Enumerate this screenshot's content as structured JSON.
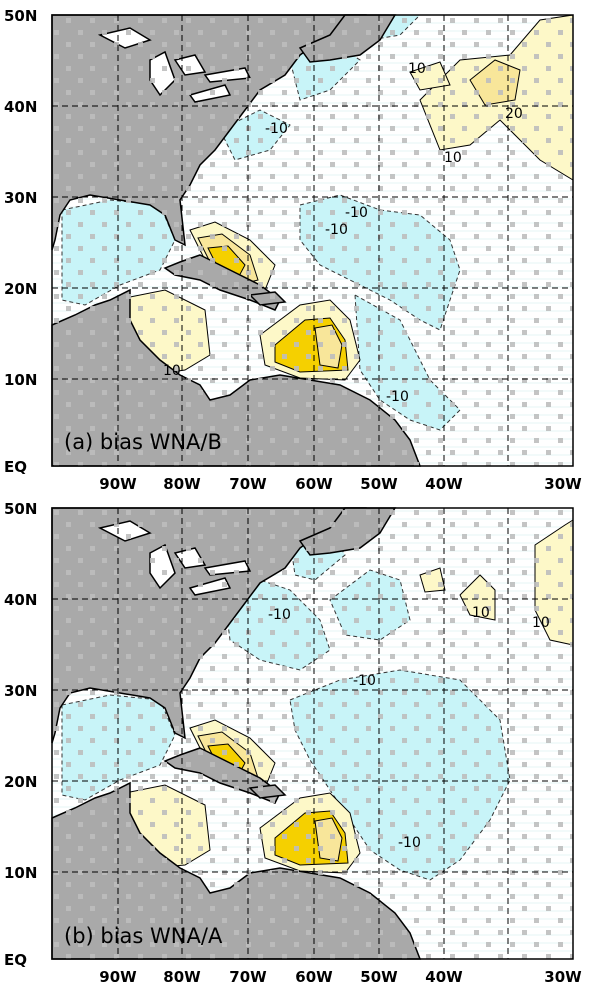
{
  "panels": [
    {
      "id": "a",
      "label": "(a) bias WNA/B",
      "contour_labels": [
        "10",
        "20",
        "10",
        "-10",
        "-10",
        "-10",
        "10",
        "-10"
      ]
    },
    {
      "id": "b",
      "label": "(b) bias WNA/A",
      "contour_labels": [
        "-10",
        "10",
        "10",
        "-10",
        "-10"
      ]
    }
  ],
  "axes": {
    "lat_ticks": [
      "50N",
      "40N",
      "30N",
      "20N",
      "10N",
      "EQ"
    ],
    "lon_ticks": [
      "90W",
      "80W",
      "70W",
      "60W",
      "50W",
      "40W",
      "30W"
    ]
  },
  "colors": {
    "land": "#a9a9a9",
    "negative_fill": "#c8f4f8",
    "positive_light": "#fdf8c8",
    "positive_mid": "#f8e69a",
    "positive_strong": "#f5d000",
    "grid": "#000000",
    "stipple": "#bdbdbd"
  }
}
